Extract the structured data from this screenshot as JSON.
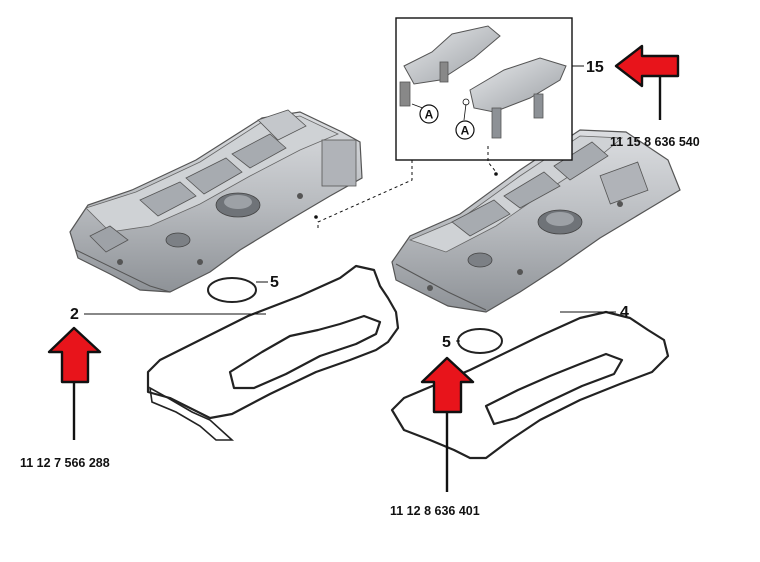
{
  "diagram": {
    "callouts": {
      "part_2": "2",
      "part_4": "4",
      "part_5_left": "5",
      "part_5_right": "5",
      "part_15": "15"
    },
    "circle_labels": {
      "a_left": "A",
      "a_right": "A"
    },
    "part_numbers": {
      "gasket_left": "11 12 7 566 288",
      "gasket_right": "11 12 8 636 401",
      "ventilation_module": "11 15 8 636 540"
    },
    "colors": {
      "arrow_fill": "#e8141b",
      "arrow_stroke": "#111111",
      "line": "#111111",
      "cover_metal": "#b9bcc0"
    }
  }
}
